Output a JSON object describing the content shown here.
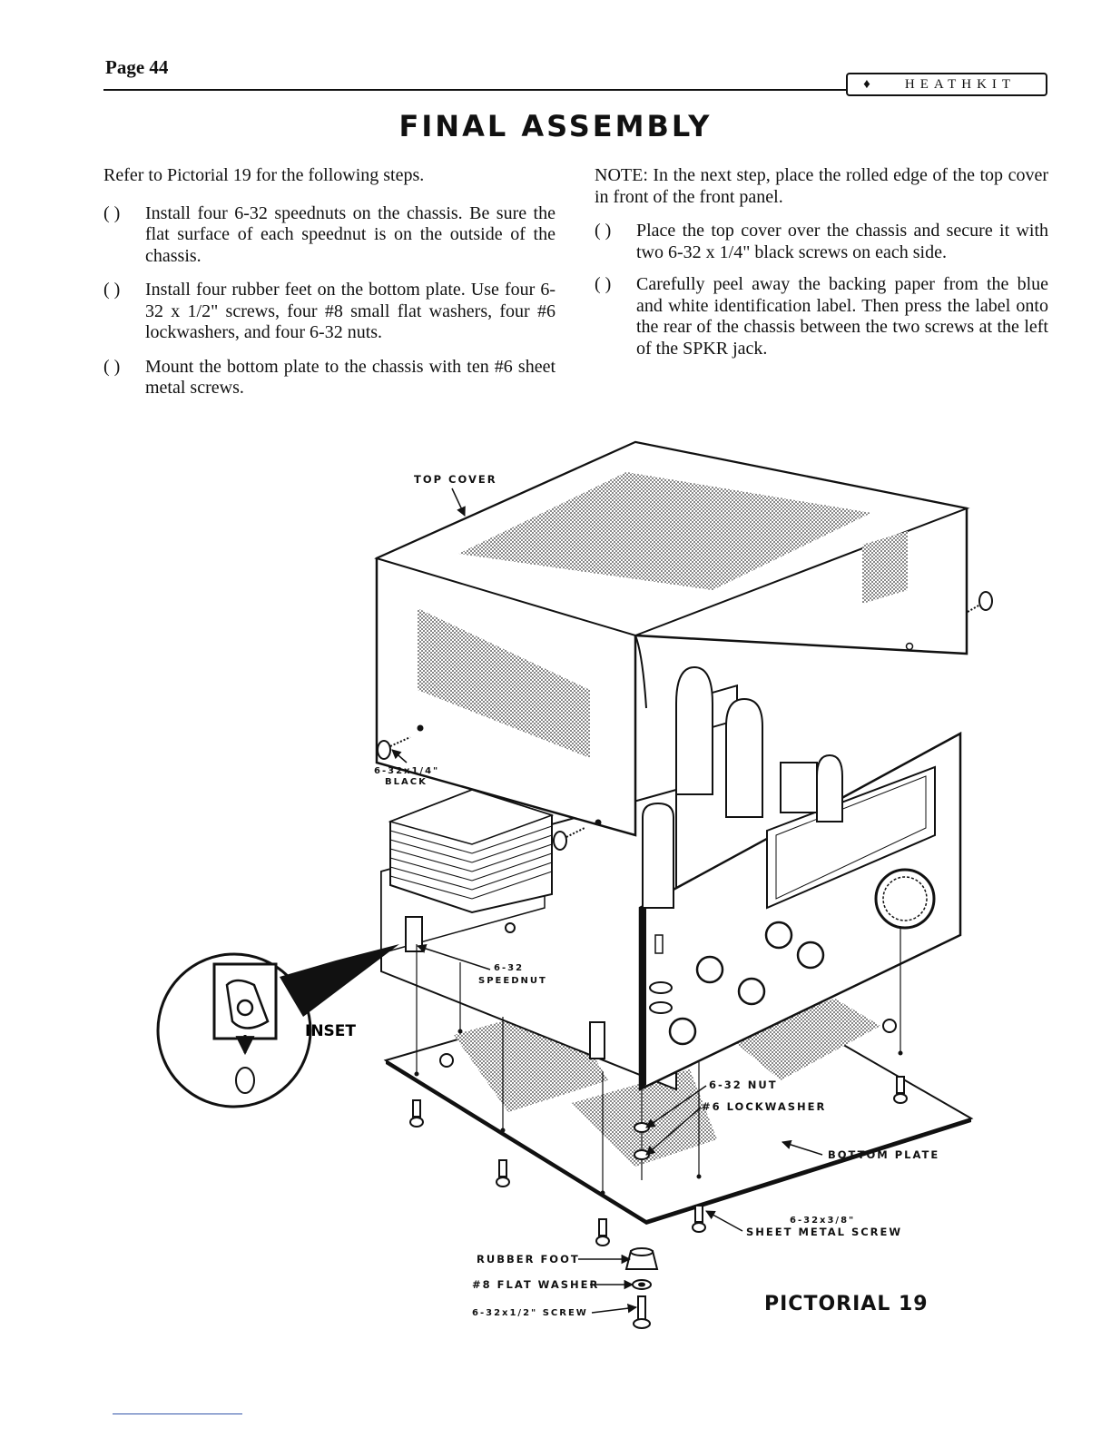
{
  "header": {
    "page_number": "Page 44",
    "logo_text": "HEATHKIT"
  },
  "title": "FINAL ASSEMBLY",
  "left_column": {
    "intro": "Refer to Pictorial 19 for the following steps.",
    "steps": [
      {
        "box": "( )",
        "text": "Install four 6-32 speednuts on the chassis. Be sure the flat surface of each speednut is on the outside of the chassis."
      },
      {
        "box": "( )",
        "text": "Install four rubber feet on the bottom plate. Use four 6-32 x 1/2\" screws, four #8 small flat washers, four #6 lockwashers, and four 6-32 nuts."
      },
      {
        "box": "( )",
        "text": "Mount the bottom plate to the chassis with ten #6 sheet metal screws."
      }
    ]
  },
  "right_column": {
    "note": "NOTE: In the next step, place the rolled edge of the top cover in front of the front panel.",
    "steps": [
      {
        "box": "( )",
        "text": "Place the top cover over the chassis and secure it with two 6-32 x 1/4\" black screws on each side."
      },
      {
        "box": "( )",
        "text": "Carefully peel away the backing paper from the blue and white identification label. Then press the label onto the rear of the chassis between the two screws at the left of the SPKR jack."
      }
    ]
  },
  "diagram": {
    "labels": {
      "top_cover": "TOP COVER",
      "black_screw_line1": "6-32x1/4\"",
      "black_screw_line2": "BLACK",
      "speednut_line1": "6-32",
      "speednut_line2": "SPEEDNUT",
      "inset": "INSET",
      "nut": "6-32 NUT",
      "lockwasher": "#6 LOCKWASHER",
      "bottom_plate": "BOTTOM PLATE",
      "sheet_screw_line1": "6-32x3/8\"",
      "sheet_screw_line2": "SHEET METAL SCREW",
      "rubber_foot": "RUBBER FOOT",
      "flat_washer": "#8 FLAT WASHER",
      "screw": "6-32x1/2\" SCREW"
    },
    "caption": "PICTORIAL 19"
  }
}
